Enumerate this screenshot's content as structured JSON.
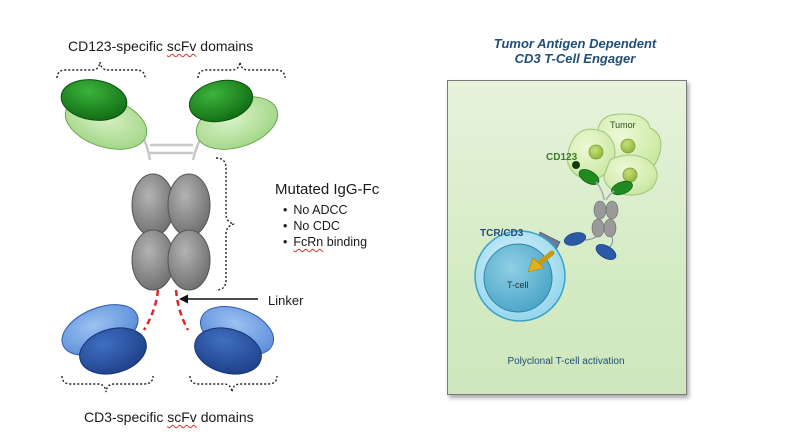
{
  "left": {
    "top_label_pre": "CD123-specific ",
    "top_label_abbr": "scFv",
    "top_label_post": " domains",
    "bottom_label_pre": "CD3-specific ",
    "bottom_label_abbr": "scFv",
    "bottom_label_post": " domains",
    "fc_title": "Mutated IgG-Fc",
    "fc_bullets": [
      "No ADCC",
      "No CDC"
    ],
    "fc_bullet3_abbr": "FcRn",
    "fc_bullet3_post": " binding",
    "linker": "Linker"
  },
  "right": {
    "title_line1": "Tumor Antigen Dependent",
    "title_line2": "CD3 T-Cell Engager",
    "cd123": "CD123",
    "tumor": "Tumor",
    "tcr": "TCR/CD3",
    "tcell": "T-cell",
    "caption": "Polyclonal T-cell activation"
  },
  "colors": {
    "green_dark": "#1f8a1f",
    "green_light": "#b9e3a0",
    "grey": "#8c8c8c",
    "blue_dark": "#2c5aa8",
    "blue_light": "#6b9ee0",
    "linker_red": "#e0242b",
    "panel_bg": "#d9edc9",
    "tcell": "#9fd9ee"
  }
}
